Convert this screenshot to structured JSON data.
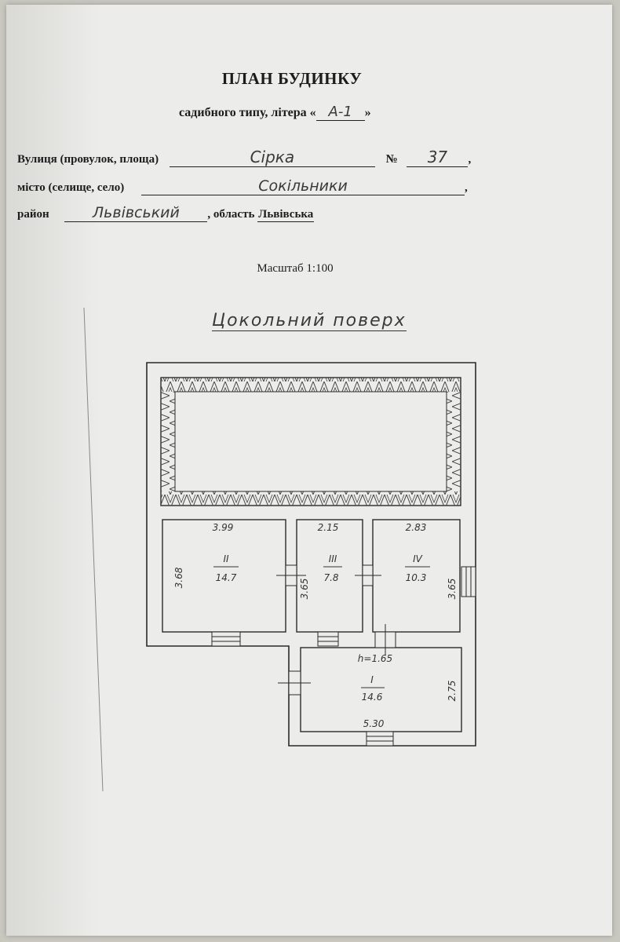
{
  "document": {
    "title": "ПЛАН БУДИНКУ",
    "subtitle_prefix": "садибного типу, літера «",
    "litera": "А-1",
    "subtitle_suffix": "»",
    "street_label": "Вулиця (провулок, площа)",
    "street_value": "Сірка",
    "number_label": "№",
    "number_value": "37",
    "city_label": "місто (селище, село)",
    "city_value": "Сокільники",
    "district_label": "район",
    "district_value": "Львівський",
    "region_label": ", область",
    "region_value": "Львівська",
    "scale": "Масштаб 1:100",
    "floor_label": "Цокольний поверх"
  },
  "plan": {
    "rooms": [
      {
        "number": "II",
        "area": "14.7",
        "width": "3.99",
        "depth": "3.68"
      },
      {
        "number": "III",
        "area": "7.8",
        "width": "2.15",
        "depth": "3.65"
      },
      {
        "number": "IV",
        "area": "10.3",
        "width": "2.83",
        "depth": "3.65"
      },
      {
        "number": "I",
        "area": "14.6",
        "width": "5.30",
        "depth": "2.75"
      }
    ],
    "height_note": "h=1.65"
  }
}
